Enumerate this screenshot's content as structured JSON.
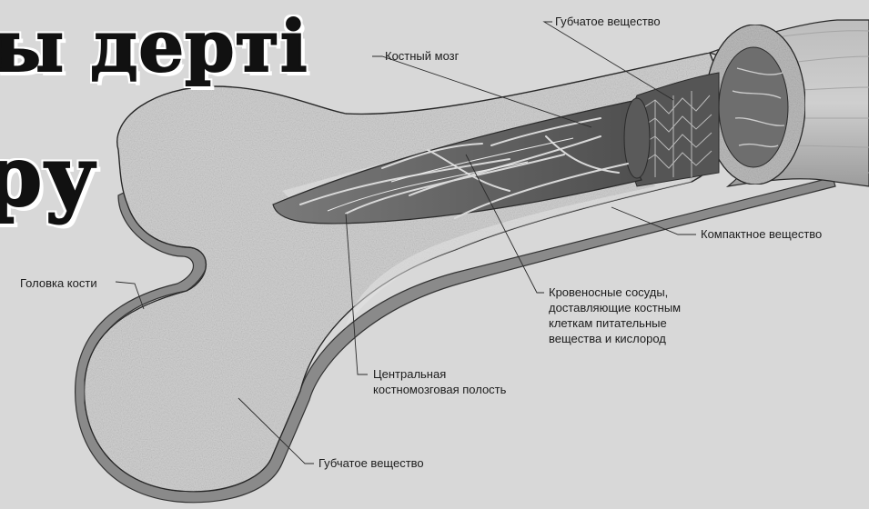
{
  "headline": {
    "line1": "ы дерті",
    "line2": "ру"
  },
  "labels": {
    "spongy_top": "Губчатое вещество",
    "marrow": "Костный мозг",
    "compact": "Компактное вещество",
    "vessels": "Кровеносные сосуды,\nдоставляющие костным\nклеткам питательные\nвещества и кислород",
    "head": "Головка кости",
    "cavity": "Центральная\nкостномозговая полость",
    "spongy_bottom": "Губчатое вещество"
  }
}
